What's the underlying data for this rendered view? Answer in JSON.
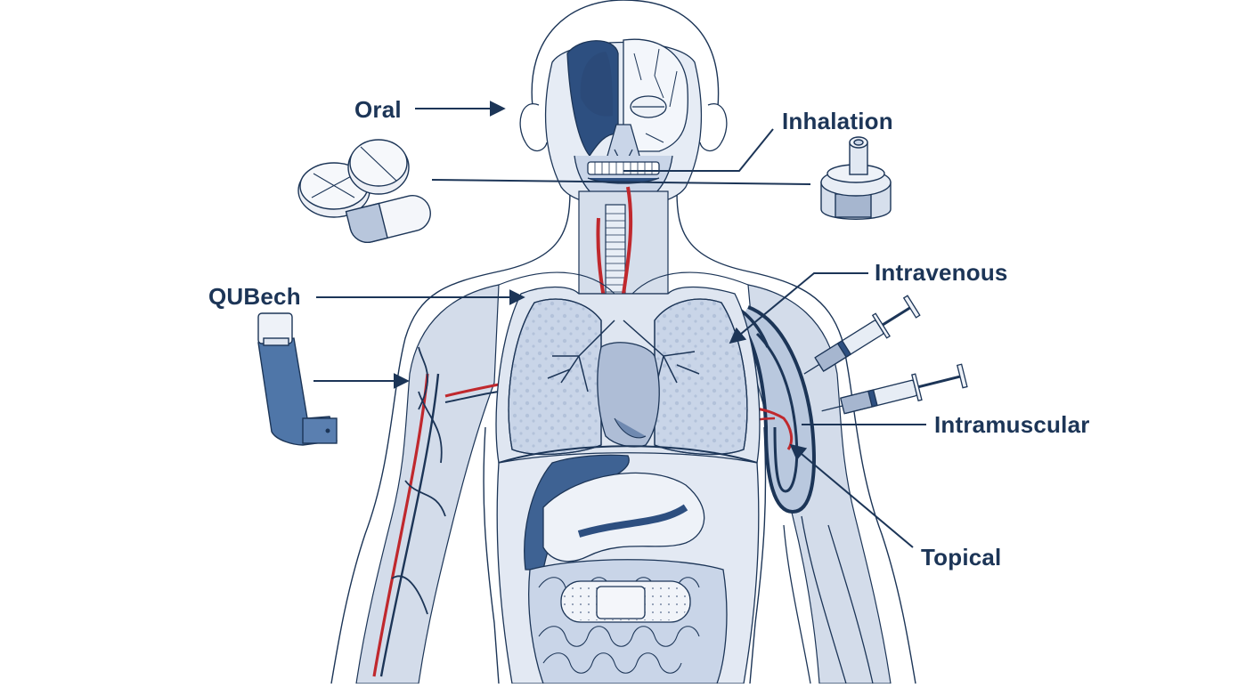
{
  "diagram": {
    "subject": "Routes of drug administration on human anatomy",
    "colors": {
      "ink": "#1c3557",
      "organ_fill": "#c9d5e8",
      "organ_light": "#dde5f1",
      "organ_dark": "#3e6293",
      "dark_fill": "#2d4f80",
      "artery": "#c0282d",
      "background": "#ffffff"
    },
    "labels": {
      "oral": "Oral",
      "inhalation": "Inhalation",
      "qubech": "QUBech",
      "intravenous": "Intravenous",
      "intramuscular": "Intramuscular",
      "topical": "Topical"
    },
    "objects": {
      "pills": "tablets-and-capsule",
      "inhaler_device": "dry-powder-inhaler",
      "mdi_inhaler": "metered-dose-inhaler",
      "syringe_iv": "syringe",
      "syringe_im": "syringe",
      "patch": "adhesive-bandage"
    },
    "anatomy": [
      "head-skull",
      "trachea",
      "lungs",
      "heart",
      "stomach",
      "liver",
      "intestines",
      "left-arm-vessels",
      "right-arm-muscle"
    ]
  }
}
